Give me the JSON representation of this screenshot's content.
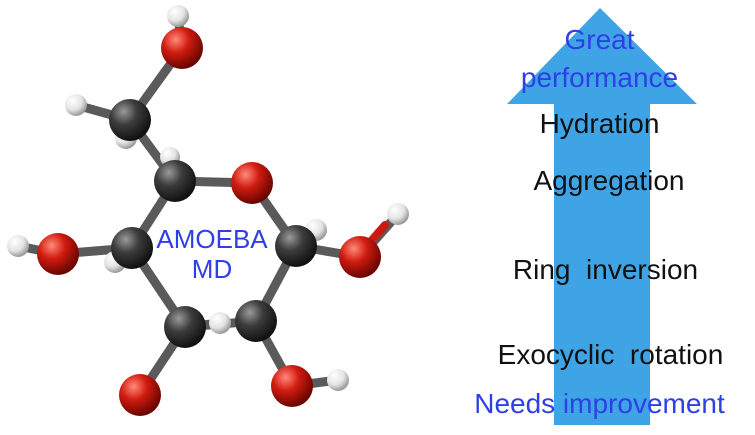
{
  "molecule": {
    "label_line1": "AMOEBA",
    "label_line2": "MD",
    "atom_colors": {
      "carbon": "#3a3a3a",
      "oxygen": "#cc1a10",
      "hydrogen": "#f2f2f2",
      "bond": "#555555"
    }
  },
  "arrow": {
    "color": "#3fa4e6",
    "top_label_line1": "Great",
    "top_label_line2": "performance",
    "bottom_label": "Needs improvement",
    "properties": [
      "Hydration",
      "Aggregation",
      "Ring  inversion",
      "Exocyclic  rotation"
    ]
  }
}
